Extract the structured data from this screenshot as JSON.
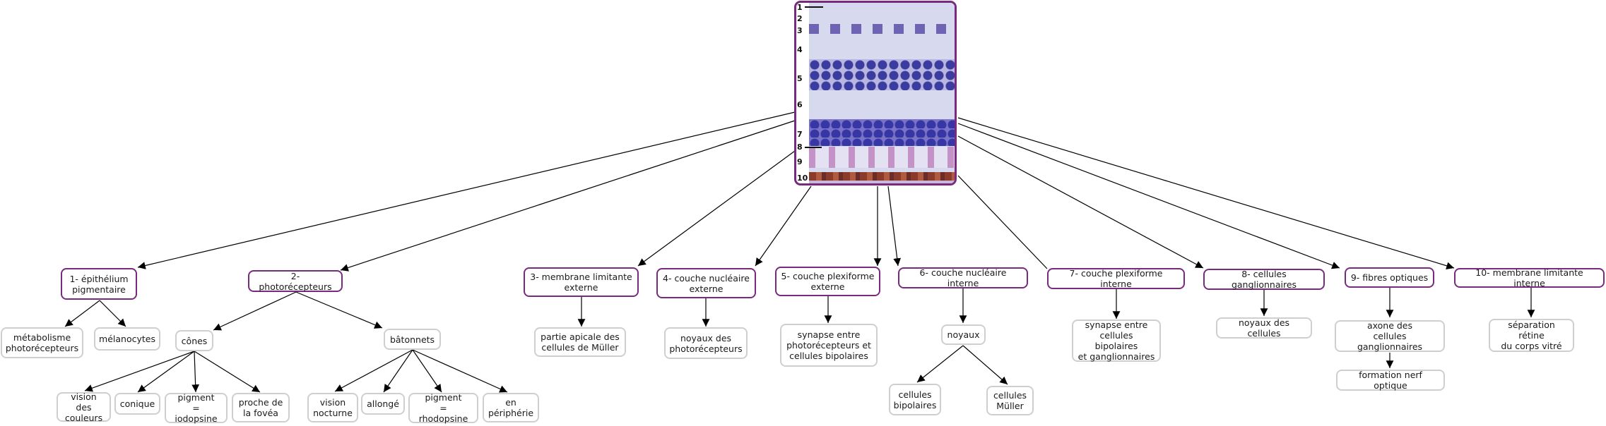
{
  "diagram": {
    "image": {
      "label": "histology-retina-micrograph",
      "layer_numbers": [
        "1",
        "2",
        "3",
        "4",
        "5",
        "6",
        "7",
        "8",
        "9",
        "10"
      ]
    },
    "colors": {
      "main_border": "#7a2a7e",
      "sub_border": "#cfcfcf",
      "edge": "#000000"
    },
    "nodes": {
      "n1": {
        "text": "1- épithélium\npigmentaire"
      },
      "n1a": {
        "text": "métabolisme\nphotorécepteurs"
      },
      "n1b": {
        "text": "mélanocytes"
      },
      "n2": {
        "text": "2- photorécepteurs"
      },
      "n2a": {
        "text": "cônes"
      },
      "n2a1": {
        "text": "vision des\ncouleurs"
      },
      "n2a2": {
        "text": "conique"
      },
      "n2a3": {
        "text": "pigment\n= iodopsine"
      },
      "n2a4": {
        "text": "proche de\nla fovéa"
      },
      "n2b": {
        "text": "bâtonnets"
      },
      "n2b1": {
        "text": "vision\nnocturne"
      },
      "n2b2": {
        "text": "allongé"
      },
      "n2b3": {
        "text": "pigment\n= rhodopsine"
      },
      "n2b4": {
        "text": "en\npériphérie"
      },
      "n3": {
        "text": "3- membrane limitante\nexterne"
      },
      "n3a": {
        "text": "partie apicale des\ncellules de Müller"
      },
      "n4": {
        "text": "4- couche nucléaire\nexterne"
      },
      "n4a": {
        "text": "noyaux des\nphotorécepteurs"
      },
      "n5": {
        "text": "5- couche plexiforme\nexterne"
      },
      "n5a": {
        "text": "synapse entre\nphotorécepteurs et\ncellules bipolaires"
      },
      "n6": {
        "text": "6- couche nucléaire interne"
      },
      "n6a": {
        "text": "noyaux"
      },
      "n6a1": {
        "text": "cellules\nbipolaires"
      },
      "n6a2": {
        "text": "cellules\nMüller"
      },
      "n7": {
        "text": "7- couche plexiforme interne"
      },
      "n7a": {
        "text": "synapse entre\ncellules bipolaires\net ganglionnaires"
      },
      "n8": {
        "text": "8- cellules ganglionnaires"
      },
      "n8a": {
        "text": "noyaux des cellules"
      },
      "n9": {
        "text": "9- fibres optiques"
      },
      "n9a": {
        "text": "axone des\ncellules ganglionnaires"
      },
      "n9b": {
        "text": "formation nerf optique"
      },
      "n10": {
        "text": "10- membrane limitante interne"
      },
      "n10a": {
        "text": "séparation rétine\ndu corps vitré"
      }
    },
    "edges": [
      [
        "img",
        "n1"
      ],
      [
        "img",
        "n2"
      ],
      [
        "img",
        "n3"
      ],
      [
        "img",
        "n4"
      ],
      [
        "img",
        "n5"
      ],
      [
        "img",
        "n6"
      ],
      [
        "img",
        "n7"
      ],
      [
        "img",
        "n8"
      ],
      [
        "img",
        "n9"
      ],
      [
        "img",
        "n10"
      ],
      [
        "n1",
        "n1a"
      ],
      [
        "n1",
        "n1b"
      ],
      [
        "n2",
        "n2a"
      ],
      [
        "n2",
        "n2b"
      ],
      [
        "n2a",
        "n2a1"
      ],
      [
        "n2a",
        "n2a2"
      ],
      [
        "n2a",
        "n2a3"
      ],
      [
        "n2a",
        "n2a4"
      ],
      [
        "n2b",
        "n2b1"
      ],
      [
        "n2b",
        "n2b2"
      ],
      [
        "n2b",
        "n2b3"
      ],
      [
        "n2b",
        "n2b4"
      ],
      [
        "n3",
        "n3a"
      ],
      [
        "n4",
        "n4a"
      ],
      [
        "n5",
        "n5a"
      ],
      [
        "n6",
        "n6a"
      ],
      [
        "n6a",
        "n6a1"
      ],
      [
        "n6a",
        "n6a2"
      ],
      [
        "n7",
        "n7a"
      ],
      [
        "n8",
        "n8a"
      ],
      [
        "n9",
        "n9a"
      ],
      [
        "n9a",
        "n9b"
      ],
      [
        "n10",
        "n10a"
      ]
    ]
  }
}
